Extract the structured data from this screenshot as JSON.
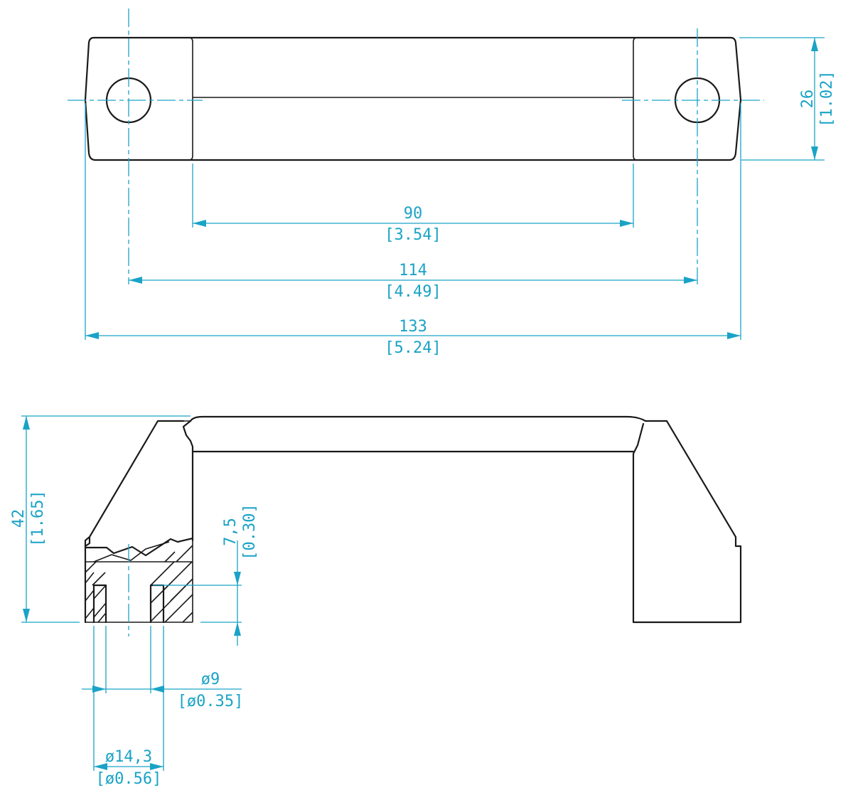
{
  "drawing": {
    "colors": {
      "part": "#1a1a1a",
      "dimension": "#1aa3c6",
      "background": "#ffffff"
    },
    "top_view": {
      "dim_height": {
        "metric": "26",
        "imperial": "[1.02]"
      },
      "dim_grip_length": {
        "metric": "90",
        "imperial": "[3.54]"
      },
      "dim_hole_spacing": {
        "metric": "114",
        "imperial": "[4.49]"
      },
      "dim_overall_length": {
        "metric": "133",
        "imperial": "[5.24]"
      }
    },
    "side_view": {
      "dim_overall_height": {
        "metric": "42",
        "imperial": "[1.65]"
      },
      "dim_counterbore_depth": {
        "metric": "7,5",
        "imperial": "[0.30]"
      },
      "dim_hole_diameter": {
        "metric": "ø9",
        "imperial": "[ø0.35]"
      },
      "dim_counterbore_diameter": {
        "metric": "ø14,3",
        "imperial": "[ø0.56]"
      }
    }
  }
}
